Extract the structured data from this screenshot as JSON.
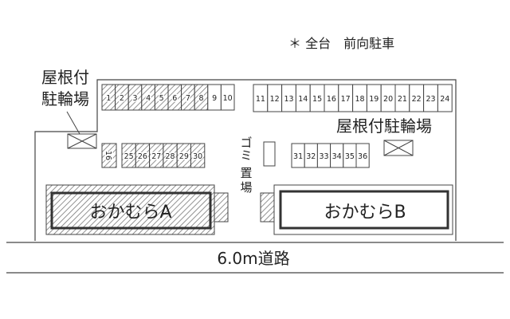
{
  "note": "＊ 全台　前向駐車",
  "road_label": "6.0m道路",
  "bike_parking_left": [
    "屋根付",
    "駐輪場"
  ],
  "bike_parking_right": "屋根付駐輪場",
  "trash_area": [
    "ゴ",
    "ミ",
    "置",
    "場"
  ],
  "building_a": "おかむらA",
  "building_b": "おかむらB",
  "spaces_row_top_left": [
    "1",
    "2",
    "3",
    "4",
    "5",
    "6",
    "7",
    "8",
    "9",
    "10"
  ],
  "spaces_row_top_left_hatched": [
    true,
    true,
    true,
    true,
    true,
    true,
    true,
    true,
    false,
    false
  ],
  "spaces_row_top_right": [
    "11",
    "12",
    "13",
    "14",
    "15",
    "16",
    "17",
    "18",
    "19",
    "20",
    "21",
    "22",
    "23",
    "24"
  ],
  "space_single": "16",
  "spaces_row_mid_left": [
    "25",
    "26",
    "27",
    "28",
    "29",
    "30"
  ],
  "spaces_row_mid_right": [
    "31",
    "32",
    "33",
    "34",
    "35",
    "36"
  ],
  "colors": {
    "line": "#444444",
    "hatch": "#777777",
    "building_border": "#333333"
  }
}
